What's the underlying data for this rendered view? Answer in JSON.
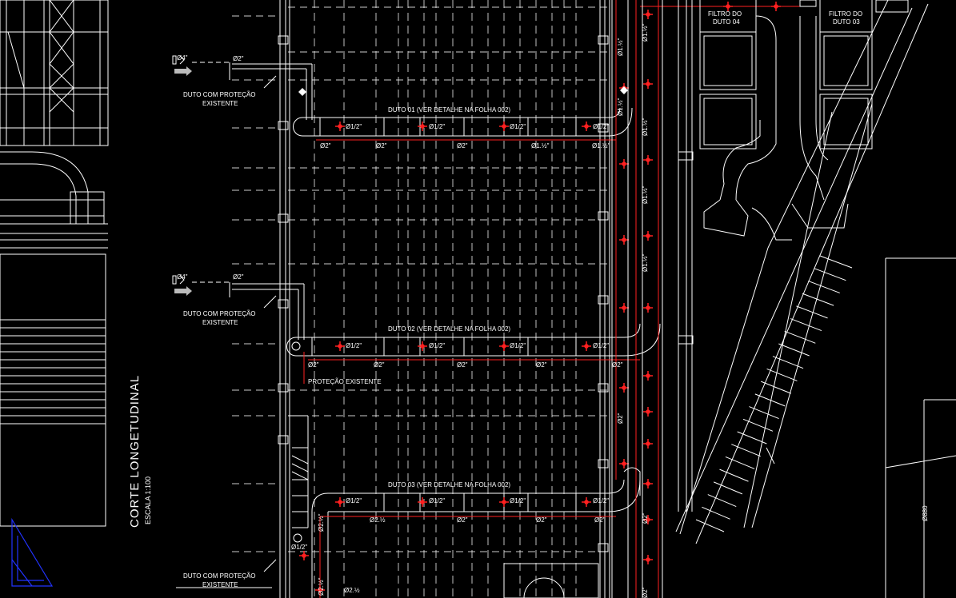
{
  "colors": {
    "background": "#000000",
    "linework": "#ffffff",
    "pipe_red": "#ff2020",
    "ucs_icon": "#2233ff"
  },
  "section": {
    "title": "CORTE  LONGETUDINAL",
    "scale": "ESCALA 1:100"
  },
  "ducts": [
    {
      "label": "DUTO 01 (VER DETALHE NA FOLHA 002)"
    },
    {
      "label": "DUTO 02 (VER DETALHE NA FOLHA 002)"
    },
    {
      "label": "DUTO 03 (VER DETALHE NA FOLHA 002)"
    }
  ],
  "notes": {
    "existing_protection": "DUTO COM PROTEÇÃO",
    "existing": "EXISTENTE",
    "protection_existing": "PROTEÇÃO EXISTENTE"
  },
  "filters": {
    "f4_line1": "FILTRO DO",
    "f4_line2": "DUTO 04",
    "f3_line1": "FILTRO DO",
    "f3_line2": "DUTO 03"
  },
  "dims": {
    "d4in": "Ø4\"",
    "d2in": "Ø2\"",
    "d1half": "Ø1/2\"",
    "d1half_alt": "Ø1.½\"",
    "d2half": "Ø2.½\"",
    "d2half_alt": "Ø2.½",
    "elev": "Ø880"
  }
}
